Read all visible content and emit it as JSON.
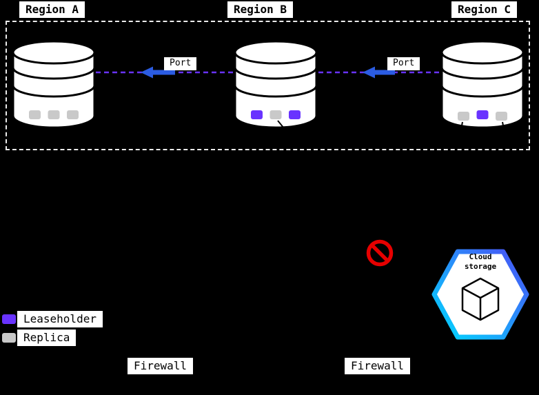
{
  "regions": [
    {
      "label": "Region A"
    },
    {
      "label": "Region B"
    },
    {
      "label": "Region C"
    }
  ],
  "databases": [
    {
      "region": "Region A",
      "squares": [
        {
          "role": "replica",
          "color": "#c9c9c9"
        },
        {
          "role": "replica",
          "color": "#c9c9c9"
        },
        {
          "role": "replica",
          "color": "#c9c9c9"
        }
      ]
    },
    {
      "region": "Region B",
      "squares": [
        {
          "role": "leaseholder",
          "color": "#6933ff"
        },
        {
          "role": "replica",
          "color": "#c9c9c9"
        },
        {
          "role": "leaseholder",
          "color": "#6933ff"
        }
      ]
    },
    {
      "region": "Region C",
      "squares": [
        {
          "role": "replica",
          "color": "#c9c9c9"
        },
        {
          "role": "leaseholder",
          "color": "#6933ff"
        },
        {
          "role": "replica",
          "color": "#c9c9c9"
        }
      ]
    }
  ],
  "connections": [
    {
      "port_label": "Port"
    },
    {
      "port_label": "Port"
    }
  ],
  "legend": [
    {
      "label": "Leaseholder",
      "color": "#6933ff"
    },
    {
      "label": "Replica",
      "color": "#c9c9c9"
    }
  ],
  "firewalls": [
    {
      "label": "Firewall"
    },
    {
      "label": "Firewall"
    }
  ],
  "cloud_storage": {
    "label": "Cloud storage",
    "gradient_start": "#00d9ff",
    "gradient_end": "#4b4ef5"
  },
  "colors": {
    "background": "#000000",
    "leaseholder_purple": "#6933ff",
    "replica_gray": "#c9c9c9",
    "dash_line": "#6933ff",
    "arrow_blue": "#2b5ce2",
    "no_symbol_red": "#e60000",
    "label_bg": "#ffffff",
    "label_text": "#000000"
  }
}
